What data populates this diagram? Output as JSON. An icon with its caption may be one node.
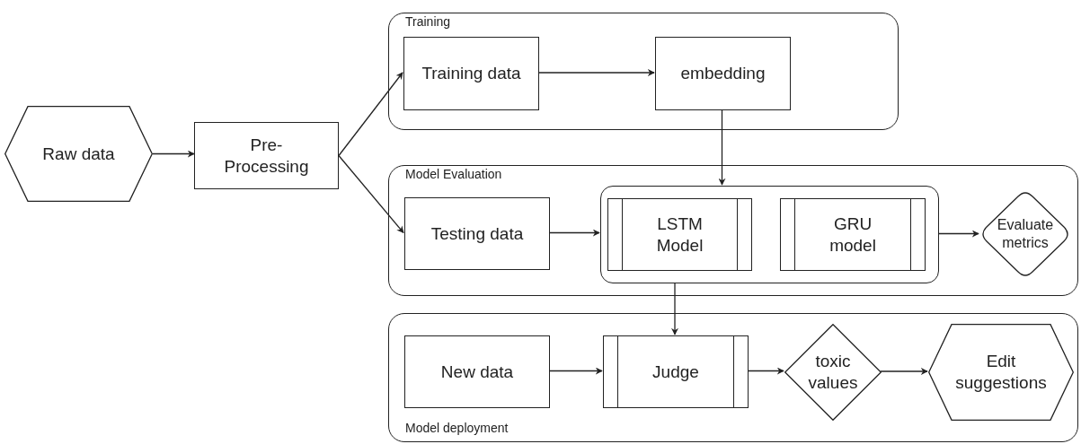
{
  "diagram": {
    "nodes": [
      {
        "text": [
          "Raw data"
        ]
      },
      {
        "text": [
          "Pre-Processing"
        ]
      },
      {
        "text": [
          "Training"
        ]
      },
      {
        "text": [
          "Training data"
        ],
        "in": 2
      },
      {
        "text": [
          "embedding"
        ],
        "in": 2
      },
      {
        "text": [
          "Model Evaluation"
        ]
      },
      {
        "text": [
          "Testing data"
        ],
        "in": 5
      },
      {
        "text": [],
        "shape": "box",
        "in": 5
      },
      {
        "text": [
          "LSTM Model"
        ],
        "in": 7
      },
      {
        "text": [
          "GRU model"
        ],
        "in": 7
      },
      {
        "text": [
          "Evaluate metrics"
        ],
        "in": 5
      },
      {
        "text": [
          "Model deployment"
        ]
      },
      {
        "text": [
          "New data"
        ],
        "in": 11
      },
      {
        "text": [
          "Judge"
        ],
        "in": 11
      },
      {
        "text": [
          "toxic values"
        ],
        "in": 11
      },
      {
        "text": [
          "Edit suggestions"
        ],
        "in": 11
      }
    ],
    "edges": [
      {
        "from": 0,
        "to": 1,
        "arrow": "to"
      },
      {
        "from": 1,
        "to": 3,
        "arrow": "to"
      },
      {
        "from": 1,
        "to": 6,
        "arrow": "to"
      },
      {
        "from": 3,
        "to": 4,
        "arrow": "to"
      },
      {
        "from": 4,
        "to": 7,
        "arrow": "to"
      },
      {
        "from": 6,
        "to": 7,
        "arrow": "to"
      },
      {
        "from": 7,
        "to": 10,
        "arrow": "to"
      },
      {
        "from": 7,
        "to": 13,
        "arrow": "to"
      },
      {
        "from": 12,
        "to": 13,
        "arrow": "to"
      },
      {
        "from": 13,
        "to": 14,
        "arrow": "to"
      },
      {
        "from": 14,
        "to": 15,
        "arrow": "to"
      }
    ]
  }
}
